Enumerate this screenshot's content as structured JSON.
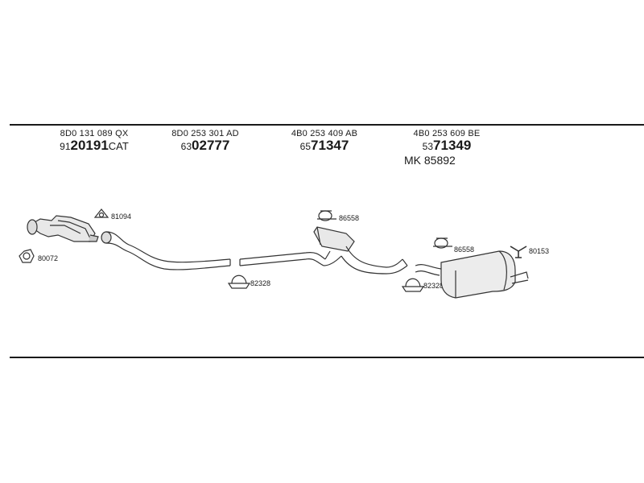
{
  "parts": [
    {
      "oe": "8D0 131 089 QX",
      "ref_prefix": "91",
      "ref_main": "20191",
      "ref_suffix": "CAT"
    },
    {
      "oe": "8D0 253 301 AD",
      "ref_prefix": "63",
      "ref_main": "02777",
      "ref_suffix": ""
    },
    {
      "oe": "4B0 253 409 AB",
      "ref_prefix": "65",
      "ref_main": "71347",
      "ref_suffix": ""
    },
    {
      "oe": "4B0 253 609 BE",
      "ref_prefix": "53",
      "ref_main": "71349",
      "ref_suffix": "",
      "extra": "MK  85892"
    }
  ],
  "fittings": [
    {
      "label": "81094"
    },
    {
      "label": "80072"
    },
    {
      "label": "82328"
    },
    {
      "label": "86558"
    },
    {
      "label": "86558"
    },
    {
      "label": "82328"
    },
    {
      "label": "80153"
    }
  ]
}
